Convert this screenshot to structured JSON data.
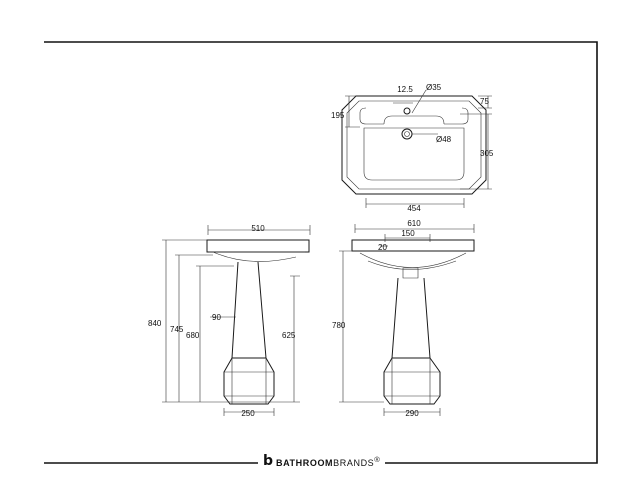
{
  "brand": {
    "primary": "BATHROOM",
    "secondary": "BRANDS",
    "mark": "b",
    "trademark": "®"
  },
  "dimensions": {
    "top_gap": "12.5",
    "tap_hole": "Ø35",
    "top_depth": "75",
    "side_depth": "195",
    "waste": "Ø48",
    "bowl_depth": "305",
    "bowl_width": "454",
    "basin_width_front": "610",
    "tap_spacing": "150",
    "small_mark": "20",
    "basin_width_side": "510",
    "height_total": "840",
    "height_745": "745",
    "height_680": "680",
    "offset_90": "90",
    "pedestal_height_625": "625",
    "front_height_780": "780",
    "foot_side": "250",
    "foot_front": "290"
  }
}
